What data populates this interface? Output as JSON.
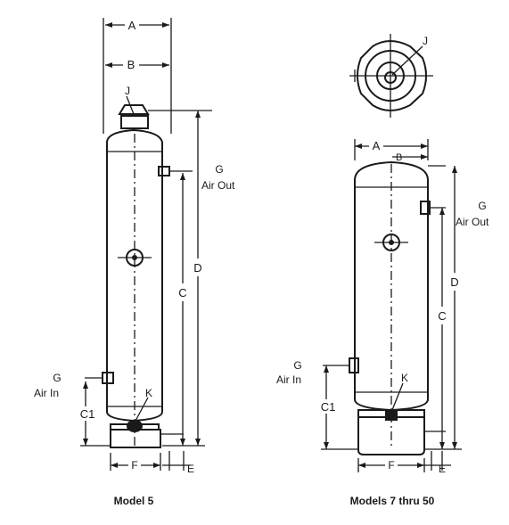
{
  "left": {
    "caption": "Model 5",
    "dim_a": "A",
    "dim_b": "B",
    "dim_c": "C",
    "dim_c1": "C1",
    "dim_d": "D",
    "dim_e": "E",
    "dim_f": "F",
    "label_j": "J",
    "label_k": "K",
    "g_out_top": "G",
    "g_out_bottom": "Air Out",
    "g_in_top": "G",
    "g_in_bottom": "Air In"
  },
  "right": {
    "caption": "Models 7 thru 50",
    "dim_a": "A",
    "dim_b": "B",
    "dim_c": "C",
    "dim_c1": "C1",
    "dim_d": "D",
    "dim_e": "E",
    "dim_f": "F",
    "label_j": "J",
    "label_k": "K",
    "g_out_top": "G",
    "g_out_bottom": "Air Out",
    "g_in_top": "G",
    "g_in_bottom": "Air In"
  }
}
